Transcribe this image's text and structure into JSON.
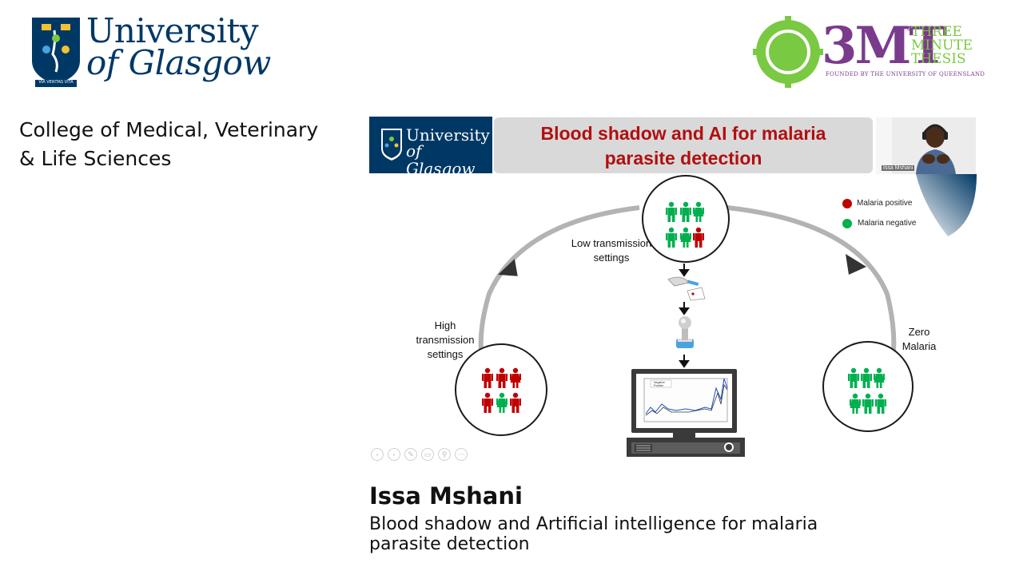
{
  "header": {
    "university_logo": {
      "line1": "University",
      "line2": "of Glasgow",
      "motto": "VIA VERITAS VITA"
    },
    "mt_logo": {
      "big": "3MT",
      "registered": "®",
      "three": "THREE",
      "minute": "MINUTE",
      "thesis": "THESIS",
      "founded": "FOUNDED BY THE UNIVERSITY OF QUEENSLAND"
    }
  },
  "college": {
    "line1": "College of Medical, Veterinary",
    "line2": "& Life Sciences"
  },
  "slide": {
    "logo": {
      "line1": "University",
      "line2": "of Glasgow"
    },
    "title_line1": "Blood shadow and AI for malaria",
    "title_line2": "parasite detection",
    "webcam_name": "Issa Mshani",
    "legend": [
      {
        "label": "Malaria positive",
        "color": "#c00000"
      },
      {
        "label": "Malaria negative",
        "color": "#00b050"
      }
    ],
    "labels": {
      "low_line1": "Low transmission",
      "low_line2": "settings",
      "high_line1": "High",
      "high_line2": "transmission",
      "high_line3": "settings",
      "zero_line1": "Zero",
      "zero_line2": "Malaria"
    },
    "spectrum_legend": [
      "Negative",
      "Positive"
    ]
  },
  "colors": {
    "uog_blue": "#003865",
    "title_red": "#b10f10",
    "mt_green": "#7ac943",
    "mt_purple": "#7a3b8c",
    "positive": "#c00000",
    "negative": "#00b050"
  },
  "presenter": {
    "name": "Issa Mshani",
    "thesis_line1": "Blood shadow and Artificial intelligence for malaria",
    "thesis_line2": "parasite detection"
  }
}
